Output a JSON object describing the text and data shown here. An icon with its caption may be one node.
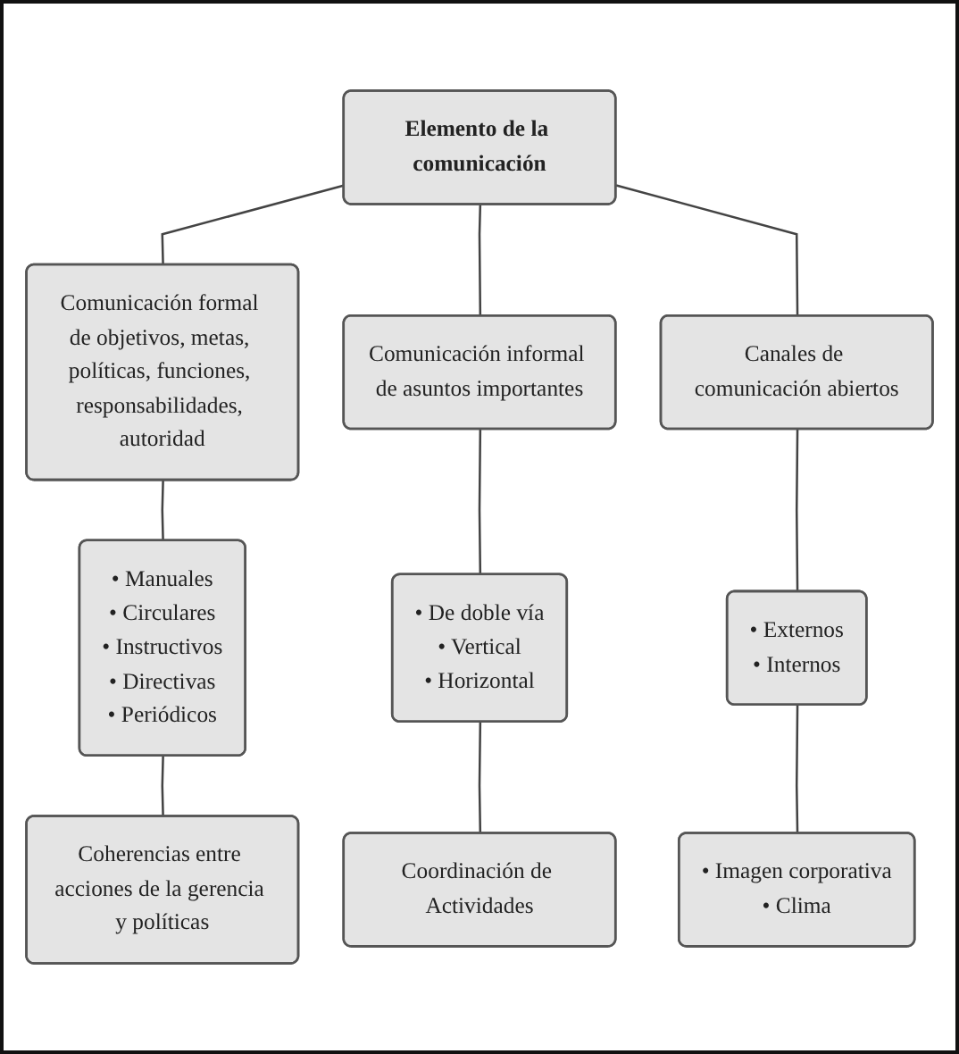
{
  "diagram": {
    "nodes": [
      {
        "text": [
          "Elemento de la comunicación"
        ]
      },
      {
        "text": [
          "Comunicación formal de objetivos, metas, políticas, funciones, responsabilidades, autoridad"
        ]
      },
      {
        "text": [
          "Comunicación informal de asuntos importantes"
        ]
      },
      {
        "text": [
          "Canales de comunicación abiertos"
        ]
      },
      {
        "text": [
          "• Manuales",
          "• Circulares",
          "• Instructivos",
          "• Directivas",
          "• Periódicos"
        ]
      },
      {
        "text": [
          "Coherencias entre acciones de la gerencia y políticas"
        ]
      },
      {
        "text": [
          "• De doble vía",
          "• Vertical",
          "• Horizontal"
        ]
      },
      {
        "text": [
          "Coordinación de Actividades"
        ]
      },
      {
        "text": [
          "• Externos",
          "• Internos"
        ]
      },
      {
        "text": [
          "• Imagen corporativa",
          "• Clima"
        ]
      }
    ],
    "edges": [
      {
        "from": 0,
        "to": 1,
        "arrow": "none"
      },
      {
        "from": 0,
        "to": 2,
        "arrow": "none"
      },
      {
        "from": 0,
        "to": 3,
        "arrow": "none"
      },
      {
        "from": 1,
        "to": 4,
        "arrow": "none"
      },
      {
        "from": 4,
        "to": 5,
        "arrow": "none"
      },
      {
        "from": 2,
        "to": 6,
        "arrow": "none"
      },
      {
        "from": 6,
        "to": 7,
        "arrow": "none"
      },
      {
        "from": 3,
        "to": 8,
        "arrow": "none"
      },
      {
        "from": 8,
        "to": 9,
        "arrow": "none"
      }
    ]
  }
}
